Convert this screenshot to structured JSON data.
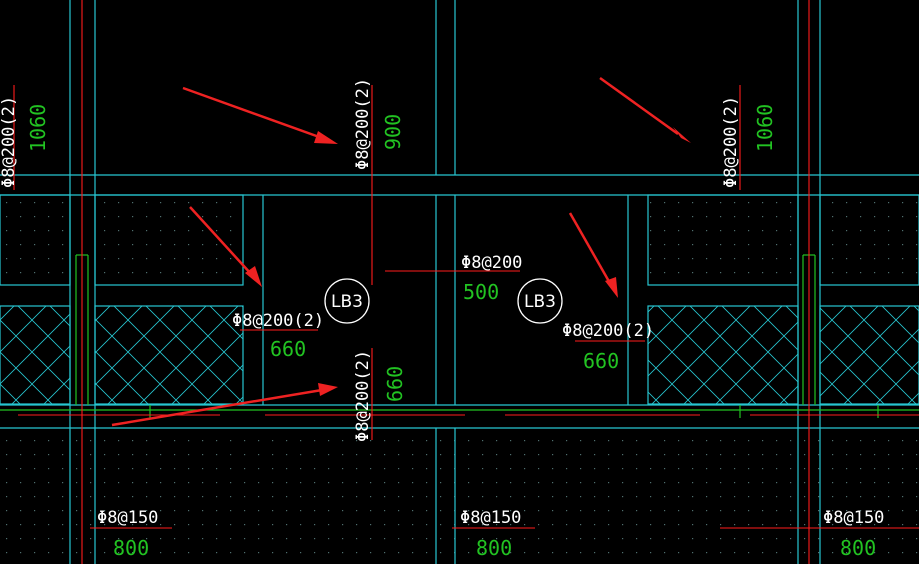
{
  "slabs": [
    {
      "id": "slab-left",
      "label": "LB3"
    },
    {
      "id": "slab-right",
      "label": "LB3"
    }
  ],
  "rebar_notes": {
    "top_left": {
      "spec": "Φ8@200(2)",
      "length": "1060"
    },
    "top_mid": {
      "spec": "Φ8@200(2)",
      "length": "900"
    },
    "top_right": {
      "spec": "Φ8@200(2)",
      "length": "1060"
    },
    "left_mid": {
      "spec": "Φ8@200(2)",
      "length": "660"
    },
    "center": {
      "spec": "Φ8@200",
      "length": "500"
    },
    "right_mid": {
      "spec": "Φ8@200(2)",
      "length": "660"
    },
    "bottom_mid": {
      "spec": "Φ8@200(2)",
      "length": "660"
    },
    "bottom_1": {
      "spec": "Φ8@150",
      "length": "800"
    },
    "bottom_2": {
      "spec": "Φ8@150",
      "length": "800"
    },
    "bottom_3": {
      "spec": "Φ8@150",
      "length": "800"
    }
  },
  "colors": {
    "background": "#000000",
    "outline": "#27c6d1",
    "rebar": "#ff1c1c",
    "length_text": "#22c322",
    "arrow": "#ee2222"
  }
}
